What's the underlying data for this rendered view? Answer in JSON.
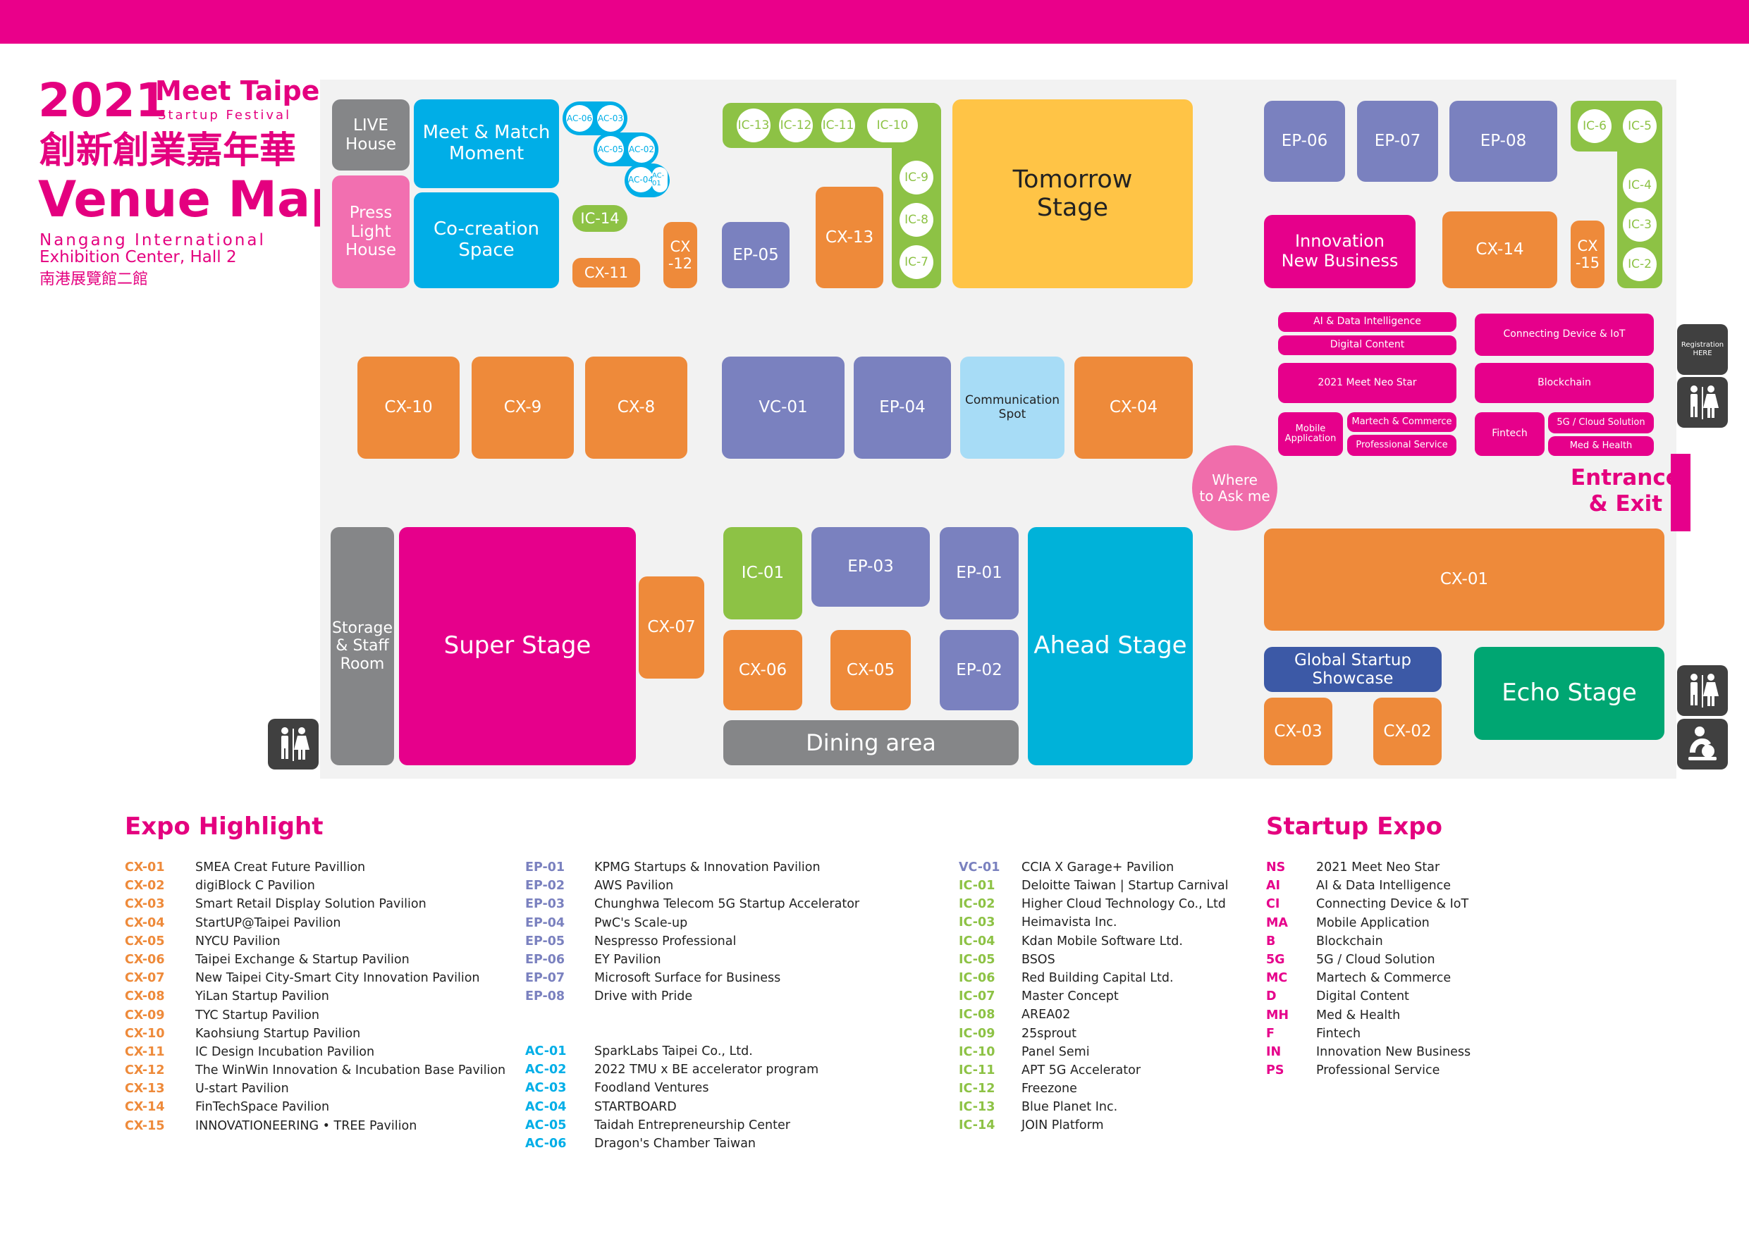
{
  "header": {
    "year": "2021",
    "meet": "Meet Taipei",
    "festival": "Startup Festival",
    "chinese": "創新創業嘉年華",
    "venue_map": "Venue Map",
    "loc1": "Nangang International",
    "loc2": "Exhibition Center, Hall 2",
    "loc_cn": "南港展覽館二館"
  },
  "booths": {
    "live": "LIVE\nHouse",
    "meet": "Meet & Match\nMoment",
    "press": "Press\nLight\nHouse",
    "cocreation": "Co-creation\nSpace",
    "ic14": "IC-14",
    "cx11": "CX-11",
    "cx12": "CX\n-12",
    "ep05": "EP-05",
    "cx13": "CX-13",
    "tomorrow": "Tomorrow\nStage",
    "ep06": "EP-06",
    "ep07": "EP-07",
    "ep08": "EP-08",
    "innovation": "Innovation\nNew Business",
    "cx14": "CX-14",
    "cx15": "CX\n-15",
    "cx10": "CX-10",
    "cx9": "CX-9",
    "cx8": "CX-8",
    "vc01": "VC-01",
    "ep04": "EP-04",
    "comm": "Communication\nSpot",
    "cx04": "CX-04",
    "where": "Where\nto Ask me",
    "storage": "Storage\n& Staff\nRoom",
    "super": "Super Stage",
    "cx07": "CX-07",
    "ic01": "IC-01",
    "ep03": "EP-03",
    "ep01": "EP-01",
    "ahead": "Ahead Stage",
    "cx06": "CX-06",
    "cx05": "CX-05",
    "ep02": "EP-02",
    "dining": "Dining area",
    "cx01": "CX-01",
    "global": "Global Startup\nShowcase",
    "echo": "Echo Stage",
    "cx03": "CX-03",
    "cx02": "CX-02",
    "entrance": "Entrance\n& Exit",
    "registration": "Registration\nHERE"
  },
  "ic_circles": [
    "IC-13",
    "IC-12",
    "IC-11",
    "IC-10",
    "IC-9",
    "IC-8",
    "IC-7",
    "IC-6",
    "IC-5",
    "IC-4",
    "IC-3",
    "IC-2"
  ],
  "ac_circles": [
    "AC-06",
    "AC-03",
    "AC-05",
    "AC-02",
    "AC-04",
    "AC-01"
  ],
  "startup_zones": {
    "ai": "AI & Data Intelligence",
    "dc": "Digital Content",
    "ns": "2021 Meet Neo Star",
    "mobile": "Mobile\nApplication",
    "martech": "Martech & Commerce",
    "prof": "Professional Service",
    "iot": "Connecting Device & IoT",
    "blockchain": "Blockchain",
    "fintech": "Fintech",
    "g5": "5G / Cloud Solution",
    "med": "Med & Health"
  },
  "icons": {
    "restroom": "restroom-icon",
    "nursing": "nursing-room-icon"
  },
  "colors": {
    "magenta": "#e6008b",
    "orange": "#ee8a3a",
    "purple": "#7a81bf",
    "green": "#8dc245",
    "cyan": "#00aee7",
    "gray": "#858688",
    "yellow": "#ffc446",
    "teal": "#00a672",
    "navy": "#3c59a6"
  },
  "legend": {
    "expo_title": "Expo Highlight",
    "startup_title": "Startup Expo",
    "cx": [
      [
        "CX-01",
        "SMEA Creat Future Pavillion"
      ],
      [
        "CX-02",
        "digiBlock C Pavilion"
      ],
      [
        "CX-03",
        "Smart Retail Display Solution Pavilion"
      ],
      [
        "CX-04",
        "StartUP@Taipei Pavilion"
      ],
      [
        "CX-05",
        "NYCU Pavilion"
      ],
      [
        "CX-06",
        "Taipei Exchange & Startup Pavilion"
      ],
      [
        "CX-07",
        "New Taipei City-Smart City Innovation Pavilion"
      ],
      [
        "CX-08",
        "YiLan Startup Pavilion"
      ],
      [
        "CX-09",
        "TYC Startup Pavilion"
      ],
      [
        "CX-10",
        "Kaohsiung Startup Pavilion"
      ],
      [
        "CX-11",
        "IC Design Incubation Pavilion"
      ],
      [
        "CX-12",
        "The WinWin Innovation & Incubation Base Pavilion"
      ],
      [
        "CX-13",
        "U-start Pavilion"
      ],
      [
        "CX-14",
        "FinTechSpace Pavilion"
      ],
      [
        "CX-15",
        "INNOVATIONEERING • TREE Pavilion"
      ]
    ],
    "ep": [
      [
        "EP-01",
        "KPMG Startups & Innovation Pavilion"
      ],
      [
        "EP-02",
        "AWS Pavilion"
      ],
      [
        "EP-03",
        "Chunghwa Telecom 5G Startup Accelerator"
      ],
      [
        "EP-04",
        "PwC's Scale-up"
      ],
      [
        "EP-05",
        "Nespresso Professional"
      ],
      [
        "EP-06",
        "EY Pavilion"
      ],
      [
        "EP-07",
        "Microsoft Surface for Business"
      ],
      [
        "EP-08",
        "Drive with Pride"
      ]
    ],
    "ac": [
      [
        "AC-01",
        "SparkLabs Taipei Co., Ltd."
      ],
      [
        "AC-02",
        "2022 TMU x BE accelerator program"
      ],
      [
        "AC-03",
        "Foodland Ventures"
      ],
      [
        "AC-04",
        "STARTBOARD"
      ],
      [
        "AC-05",
        "Taidah Entrepreneurship Center"
      ],
      [
        "AC-06",
        "Dragon's Chamber Taiwan"
      ]
    ],
    "vc": [
      [
        "VC-01",
        "CCIA X Garage+ Pavilion"
      ]
    ],
    "ic": [
      [
        "IC-01",
        "Deloitte Taiwan | Startup Carnival"
      ],
      [
        "IC-02",
        "Higher Cloud Technology Co., Ltd"
      ],
      [
        "IC-03",
        "Heimavista Inc."
      ],
      [
        "IC-04",
        "Kdan Mobile Software Ltd."
      ],
      [
        "IC-05",
        "BSOS"
      ],
      [
        "IC-06",
        "Red Building Capital Ltd."
      ],
      [
        "IC-07",
        "Master Concept"
      ],
      [
        "IC-08",
        "AREA02"
      ],
      [
        "IC-09",
        "25sprout"
      ],
      [
        "IC-10",
        "Panel Semi"
      ],
      [
        "IC-11",
        "APT 5G Accelerator"
      ],
      [
        "IC-12",
        "Freezone"
      ],
      [
        "IC-13",
        "Blue Planet Inc."
      ],
      [
        "IC-14",
        "JOIN Platform"
      ]
    ],
    "startup": [
      [
        "NS",
        "2021 Meet Neo Star"
      ],
      [
        "AI",
        "AI & Data Intelligence"
      ],
      [
        "CI",
        "Connecting Device & IoT"
      ],
      [
        "MA",
        "Mobile Application"
      ],
      [
        "B",
        "Blockchain"
      ],
      [
        "5G",
        "5G / Cloud Solution"
      ],
      [
        "MC",
        "Martech & Commerce"
      ],
      [
        "D",
        "Digital Content"
      ],
      [
        "MH",
        "Med & Health"
      ],
      [
        "F",
        "Fintech"
      ],
      [
        "IN",
        "Innovation New Business"
      ],
      [
        "PS",
        "Professional Service"
      ]
    ]
  }
}
